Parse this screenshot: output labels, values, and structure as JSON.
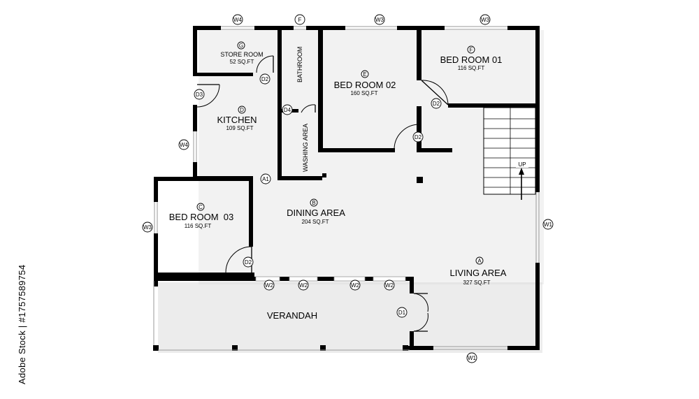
{
  "rooms": {
    "store": {
      "tag": "G",
      "name": "STORE ROOM",
      "area": "52 SQ.FT"
    },
    "bathroom": {
      "name": "BATHROOM"
    },
    "bed2": {
      "tag": "E",
      "name": "BED ROOM 02",
      "area": "160 SQ.FT"
    },
    "bed1": {
      "tag": "F",
      "name": "BED ROOM 01",
      "area": "116 SQ.FT"
    },
    "kitchen": {
      "tag": "D",
      "name": "KITCHEN",
      "area": "109 SQ.FT"
    },
    "washing": {
      "name": "WASHING AREA"
    },
    "dining": {
      "tag": "B",
      "name": "DINING AREA",
      "area": "204 SQ.FT"
    },
    "bed3": {
      "tag": "C",
      "name": "BED ROOM  03",
      "area": "116 SQ.FT"
    },
    "living": {
      "tag": "A",
      "name": "LIVING AREA",
      "area": "327 SQ.FT"
    },
    "verandah": {
      "name": "VERANDAH"
    }
  },
  "tags": {
    "w4": "W4",
    "f": "F",
    "w3": "W3",
    "w2": "W2",
    "w1": "W1",
    "d1": "D1",
    "d2": "D2",
    "d3": "D3",
    "d4": "D4",
    "a1": "A1"
  },
  "stair_label": "UP",
  "image_id": "1757589754",
  "side_text_prefix": "Adobe Stock | #"
}
